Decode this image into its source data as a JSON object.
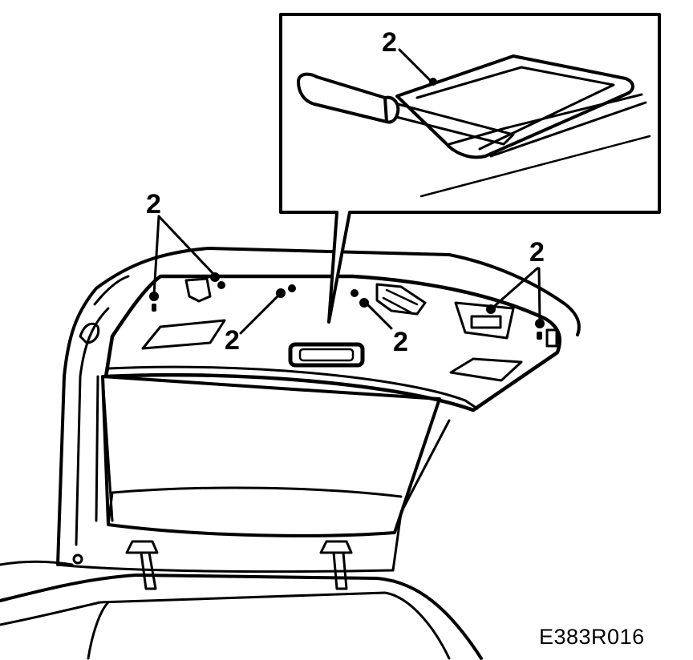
{
  "figure": {
    "code": "E383R016",
    "line_color": "#000000",
    "background": "#ffffff"
  },
  "callouts": {
    "inset_label": "2",
    "left_label": "2",
    "center_left_label": "2",
    "center_right_label": "2",
    "right_label": "2"
  }
}
